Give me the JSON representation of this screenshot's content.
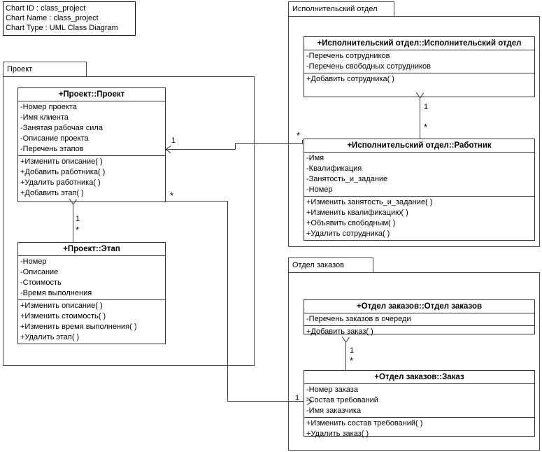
{
  "header": {
    "chart_id_label": "Chart ID : class_project",
    "chart_name_label": "Chart Name : class_project",
    "chart_type_label": "Chart Type : UML Class Diagram"
  },
  "packages": {
    "project": {
      "title": "Проект"
    },
    "exec_dept": {
      "title": "Исполнительский отдел"
    },
    "orders_dept": {
      "title": "Отдел заказов"
    }
  },
  "classes": {
    "project": {
      "name": "+Проект::Проект",
      "attributes": [
        "-Номер проекта",
        "-Имя клиента",
        "-Занятая рабочая сила",
        "-Описание проекта",
        "-Перечень этапов"
      ],
      "operations": [
        "+Изменить описание( )",
        "+Добавить работника( )",
        "+Удалить работника( )",
        "+Добавить этап( )"
      ]
    },
    "stage": {
      "name": "+Проект::Этап",
      "attributes": [
        "-Номер",
        "-Описание",
        "-Стоимость",
        "-Время выполнения"
      ],
      "operations": [
        "+Изменить описание( )",
        "+Изменить стоимость( )",
        "+Изменить время выполнения( )",
        "+Удалить этап( )"
      ]
    },
    "exec_dept": {
      "name": "+Исполнительский отдел::Исполнительский отдел",
      "attributes": [
        "-Перечень сотрудников",
        "-Перечень свободных сотрудников"
      ],
      "operations": [
        "+Добавить сотрудника( )"
      ]
    },
    "worker": {
      "name": "+Исполнительский отдел::Работник",
      "attributes": [
        "-Имя",
        "-Квалификация",
        "-Занятость_и_задание",
        "-Номер"
      ],
      "operations": [
        "+Изменить занятость_и_задание( )",
        "+Изменить квалификацию( )",
        "+Объявить свободным( )",
        "+Удалить сотрудника( )"
      ]
    },
    "orders_dept": {
      "name": "+Отдел заказов::Отдел заказов",
      "attributes": [
        "-Перечень заказов в очереди"
      ],
      "operations": [
        "+Добавить заказ( )"
      ]
    },
    "order": {
      "name": "+Отдел заказов::Заказ",
      "attributes": [
        "-Номер заказа",
        "-Состав требований",
        "-Имя заказчика"
      ],
      "operations": [
        "+Изменить состав требований( )",
        "+Удалить заказ( )"
      ]
    }
  },
  "associations": {
    "stage_to_project": {
      "target_mult": "1",
      "source_mult": "*"
    },
    "worker_to_exec_dept": {
      "target_mult": "1",
      "source_mult": "*"
    },
    "order_to_orders_dept": {
      "target_mult": "1",
      "source_mult": "*"
    },
    "worker_to_project": {
      "target_mult": "1",
      "source_mult": "*"
    },
    "project_to_order": {
      "target_mult": "1",
      "source_mult": "*"
    }
  }
}
